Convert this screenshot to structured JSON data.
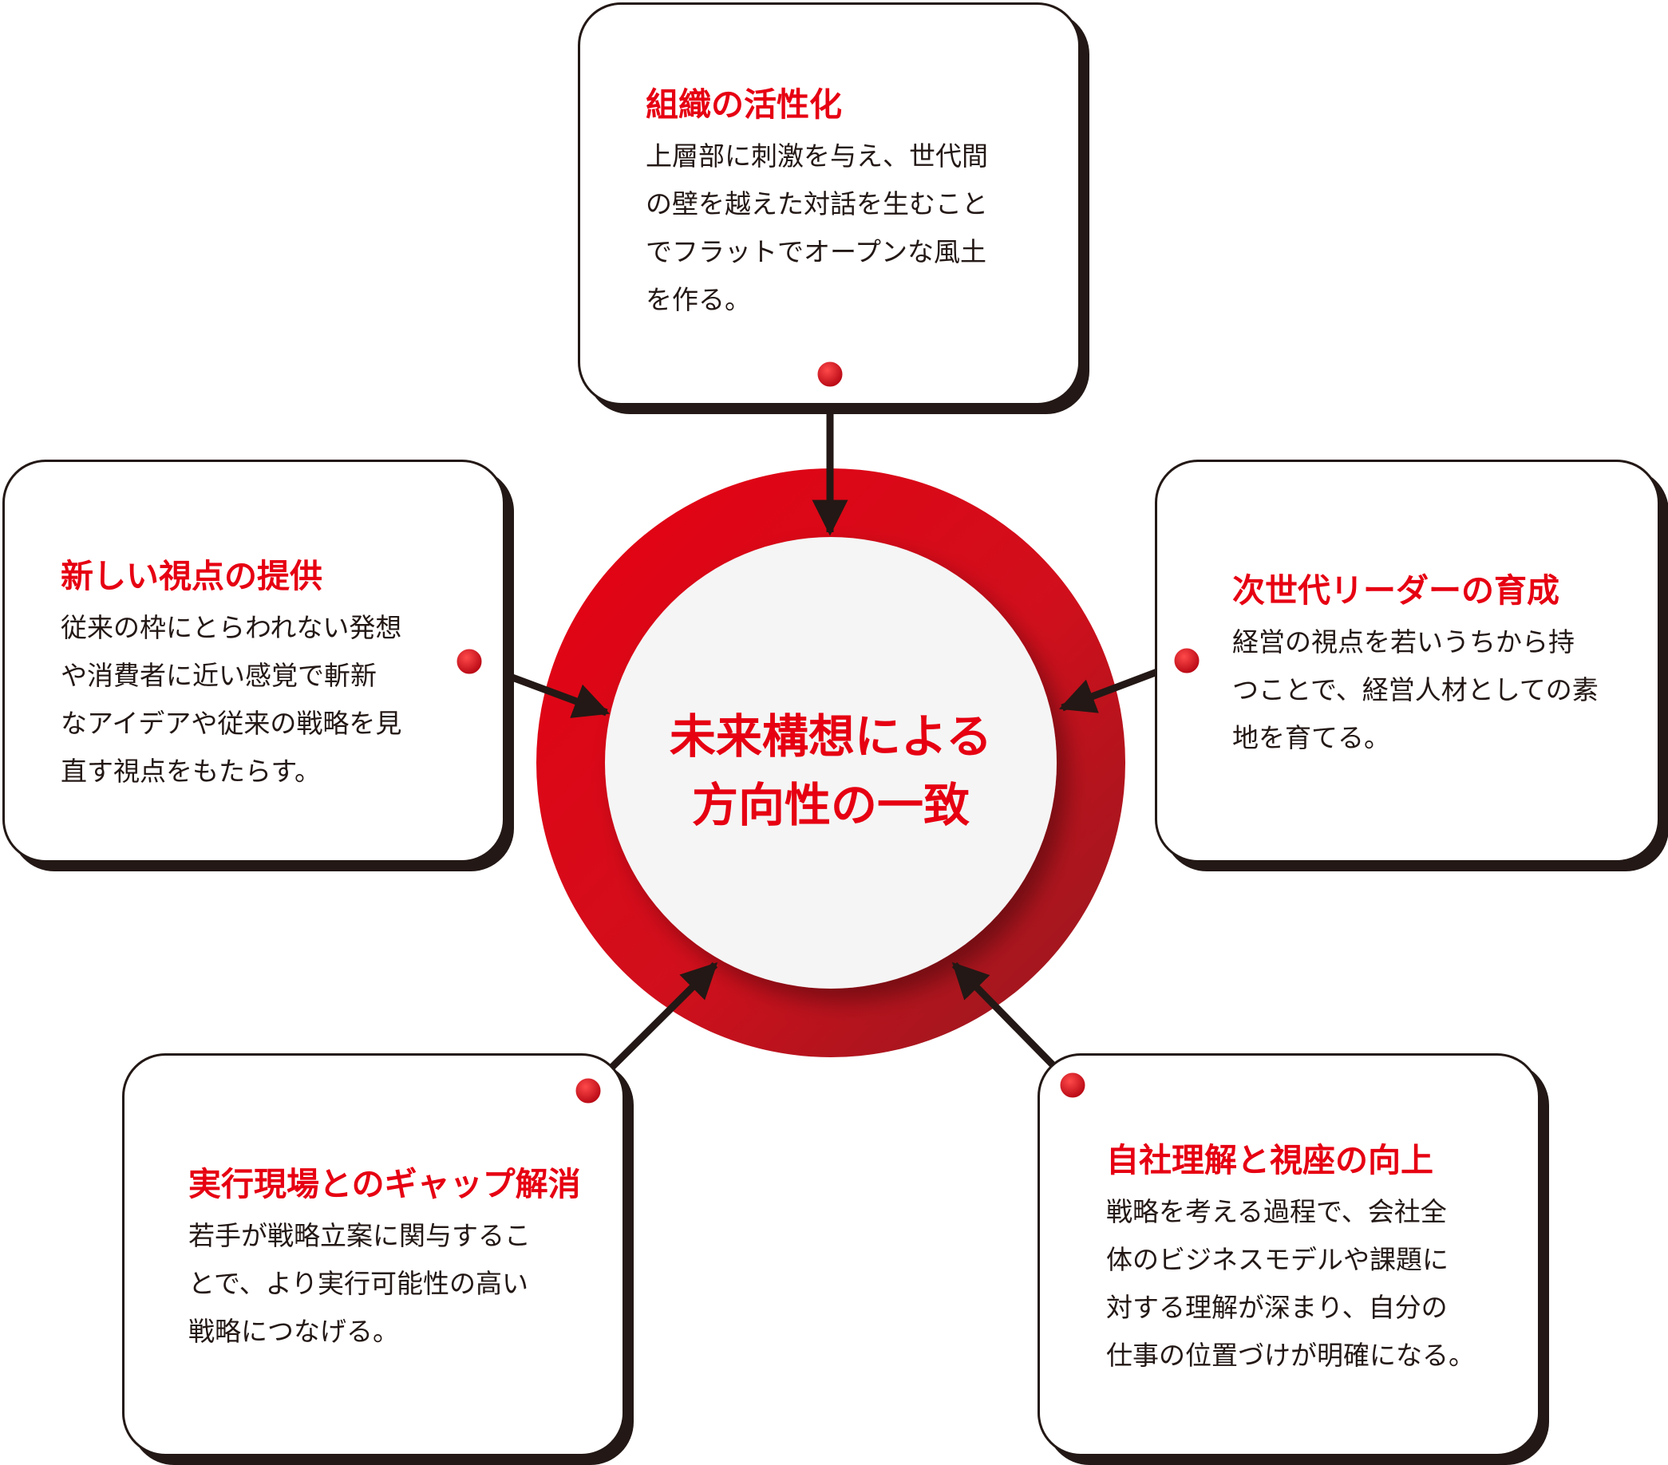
{
  "center": {
    "lines": [
      "未来構想による",
      "方向性の一致"
    ]
  },
  "cards": [
    {
      "title": "組織の活性化",
      "lines": [
        "上層部に刺激を与え、世代間",
        "の壁を越えた対話を生むこと",
        "でフラットでオープンな風土",
        "を作る。"
      ]
    },
    {
      "title": "新しい視点の提供",
      "lines": [
        "従来の枠にとらわれない発想",
        "や消費者に近い感覚で斬新",
        "なアイデアや従来の戦略を見",
        "直す視点をもたらす。"
      ]
    },
    {
      "title": "次世代リーダーの育成",
      "lines": [
        "経営の視点を若いうちから持",
        "つことで、経営人材としての素",
        "地を育てる。"
      ]
    },
    {
      "title": "実行現場とのギャップ解消",
      "lines": [
        "若手が戦略立案に関与するこ",
        "とで、より実行可能性の高い",
        "戦略につなげる。"
      ]
    },
    {
      "title": "自社理解と視座の向上",
      "lines": [
        "戦略を考える過程で、会社全",
        "体のビジネスモデルや課題に",
        "対する理解が深まり、自分の",
        "仕事の位置づけが明確になる。"
      ]
    }
  ],
  "colors": {
    "accent": "#e60012",
    "ink": "#231815",
    "ring_dark": "#9e1a1f",
    "center_fill": "#f5f5f5"
  }
}
